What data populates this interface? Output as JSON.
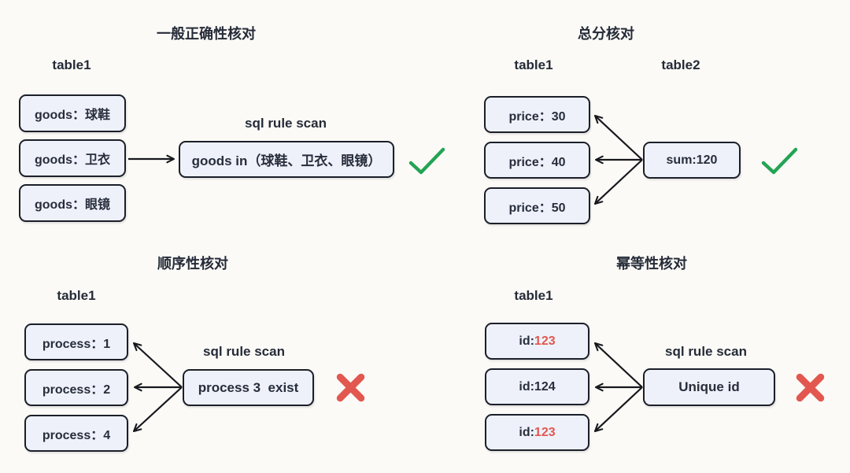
{
  "diagram_title": "sql rule scan verification patterns",
  "colors": {
    "background": "#fbfaf6",
    "node_fill": "#eef1fa",
    "node_border": "#1b1f29",
    "text": "#272d3b",
    "pass_green": "#23a455",
    "fail_red": "#e2574f",
    "duplicate_id_red": "#e2574f"
  },
  "quadrants": {
    "general": {
      "title": "一般正确性核对",
      "table_label": "table1",
      "rows": [
        "goods：球鞋",
        "goods：卫衣",
        "goods：眼镜"
      ],
      "scan_label": "sql rule scan",
      "rule_text": "goods in（球鞋、卫衣、眼镜）",
      "result": "pass",
      "result_icon": "check-icon"
    },
    "total": {
      "title": "总分核对",
      "table1_label": "table1",
      "table2_label": "table2",
      "rows": [
        "price：30",
        "price：40",
        "price：50"
      ],
      "sum_text": "sum:120",
      "result": "pass",
      "result_icon": "check-icon"
    },
    "sequence": {
      "title": "顺序性核对",
      "table_label": "table1",
      "rows": [
        "process：1",
        "process：2",
        "process：4"
      ],
      "scan_label": "sql rule scan",
      "rule_text": "process 3  exist",
      "result": "fail",
      "result_icon": "x-icon"
    },
    "idempotent": {
      "title": "幂等性核对",
      "table_label": "table1",
      "rows": [
        {
          "prefix": "id:",
          "value": "123",
          "duplicate": true
        },
        {
          "prefix": "id:",
          "value": "124",
          "duplicate": false
        },
        {
          "prefix": "id:",
          "value": "123",
          "duplicate": true
        }
      ],
      "scan_label": "sql rule scan",
      "rule_text": "Unique id",
      "result": "fail",
      "result_icon": "x-icon"
    }
  }
}
